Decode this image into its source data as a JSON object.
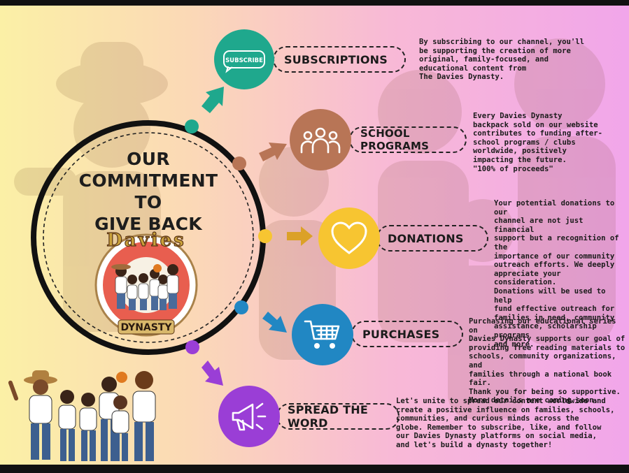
{
  "title": {
    "line1": "OUR",
    "line2": "COMMITMENT TO",
    "line3": "GIVE BACK"
  },
  "logo": {
    "top_text": "Davies",
    "bottom_text": "DYNASTY"
  },
  "colors": {
    "subscriptions": "#1fa88d",
    "school_programs": "#b87556",
    "donations": "#f7c531",
    "purchases": "#2187c3",
    "spread_the_word": "#9a3ed6",
    "ring": "#111111",
    "logo_ring": "#e85e4f"
  },
  "items": [
    {
      "label": "SUBSCRIPTIONS",
      "icon": "subscribe-icon",
      "icon_text": "SUBSCRIBE",
      "description": "By subscribing to our channel, you'll\nbe supporting the creation of more\noriginal, family-focused, and\neducational content from\nThe Davies Dynasty."
    },
    {
      "label": "SCHOOL PROGRAMS",
      "icon": "people-group-icon",
      "description": "Every Davies Dynasty\nbackpack sold on our website\ncontributes to funding after-\nschool programs / clubs\nworldwide, positively\nimpacting the future.\n\"100% of proceeds\""
    },
    {
      "label": "DONATIONS",
      "icon": "heart-icon",
      "description": "Your potential donations to our\nchannel are not just financial\nsupport but a recognition of the\nimportance of our community\noutreach efforts. We deeply\nappreciate your consideration.\nDonations will be used to help\nfund effective outreach for\nfamilies in need, community\nassistance, scholarship programs\nand more."
    },
    {
      "label": "PURCHASES",
      "icon": "shopping-cart-icon",
      "description": "Purchasing our educational series on\nDavies Dynasty supports our goal of\nproviding free reading materials to\nschools, community organizations, and\nfamilies through a national book fair.\nThank you for being so supportive.\nMore details are coming soon."
    },
    {
      "label": "SPREAD THE WORD",
      "icon": "megaphone-icon",
      "description": "Let's unite to spread our content worldwide and\ncreate a positive influence on families, schools,\ncommunities, and curious minds across the\nglobe. Remember to subscribe, like, and follow\nour Davies Dynasty platforms on social media,\nand let's build a dynasty together!"
    }
  ]
}
